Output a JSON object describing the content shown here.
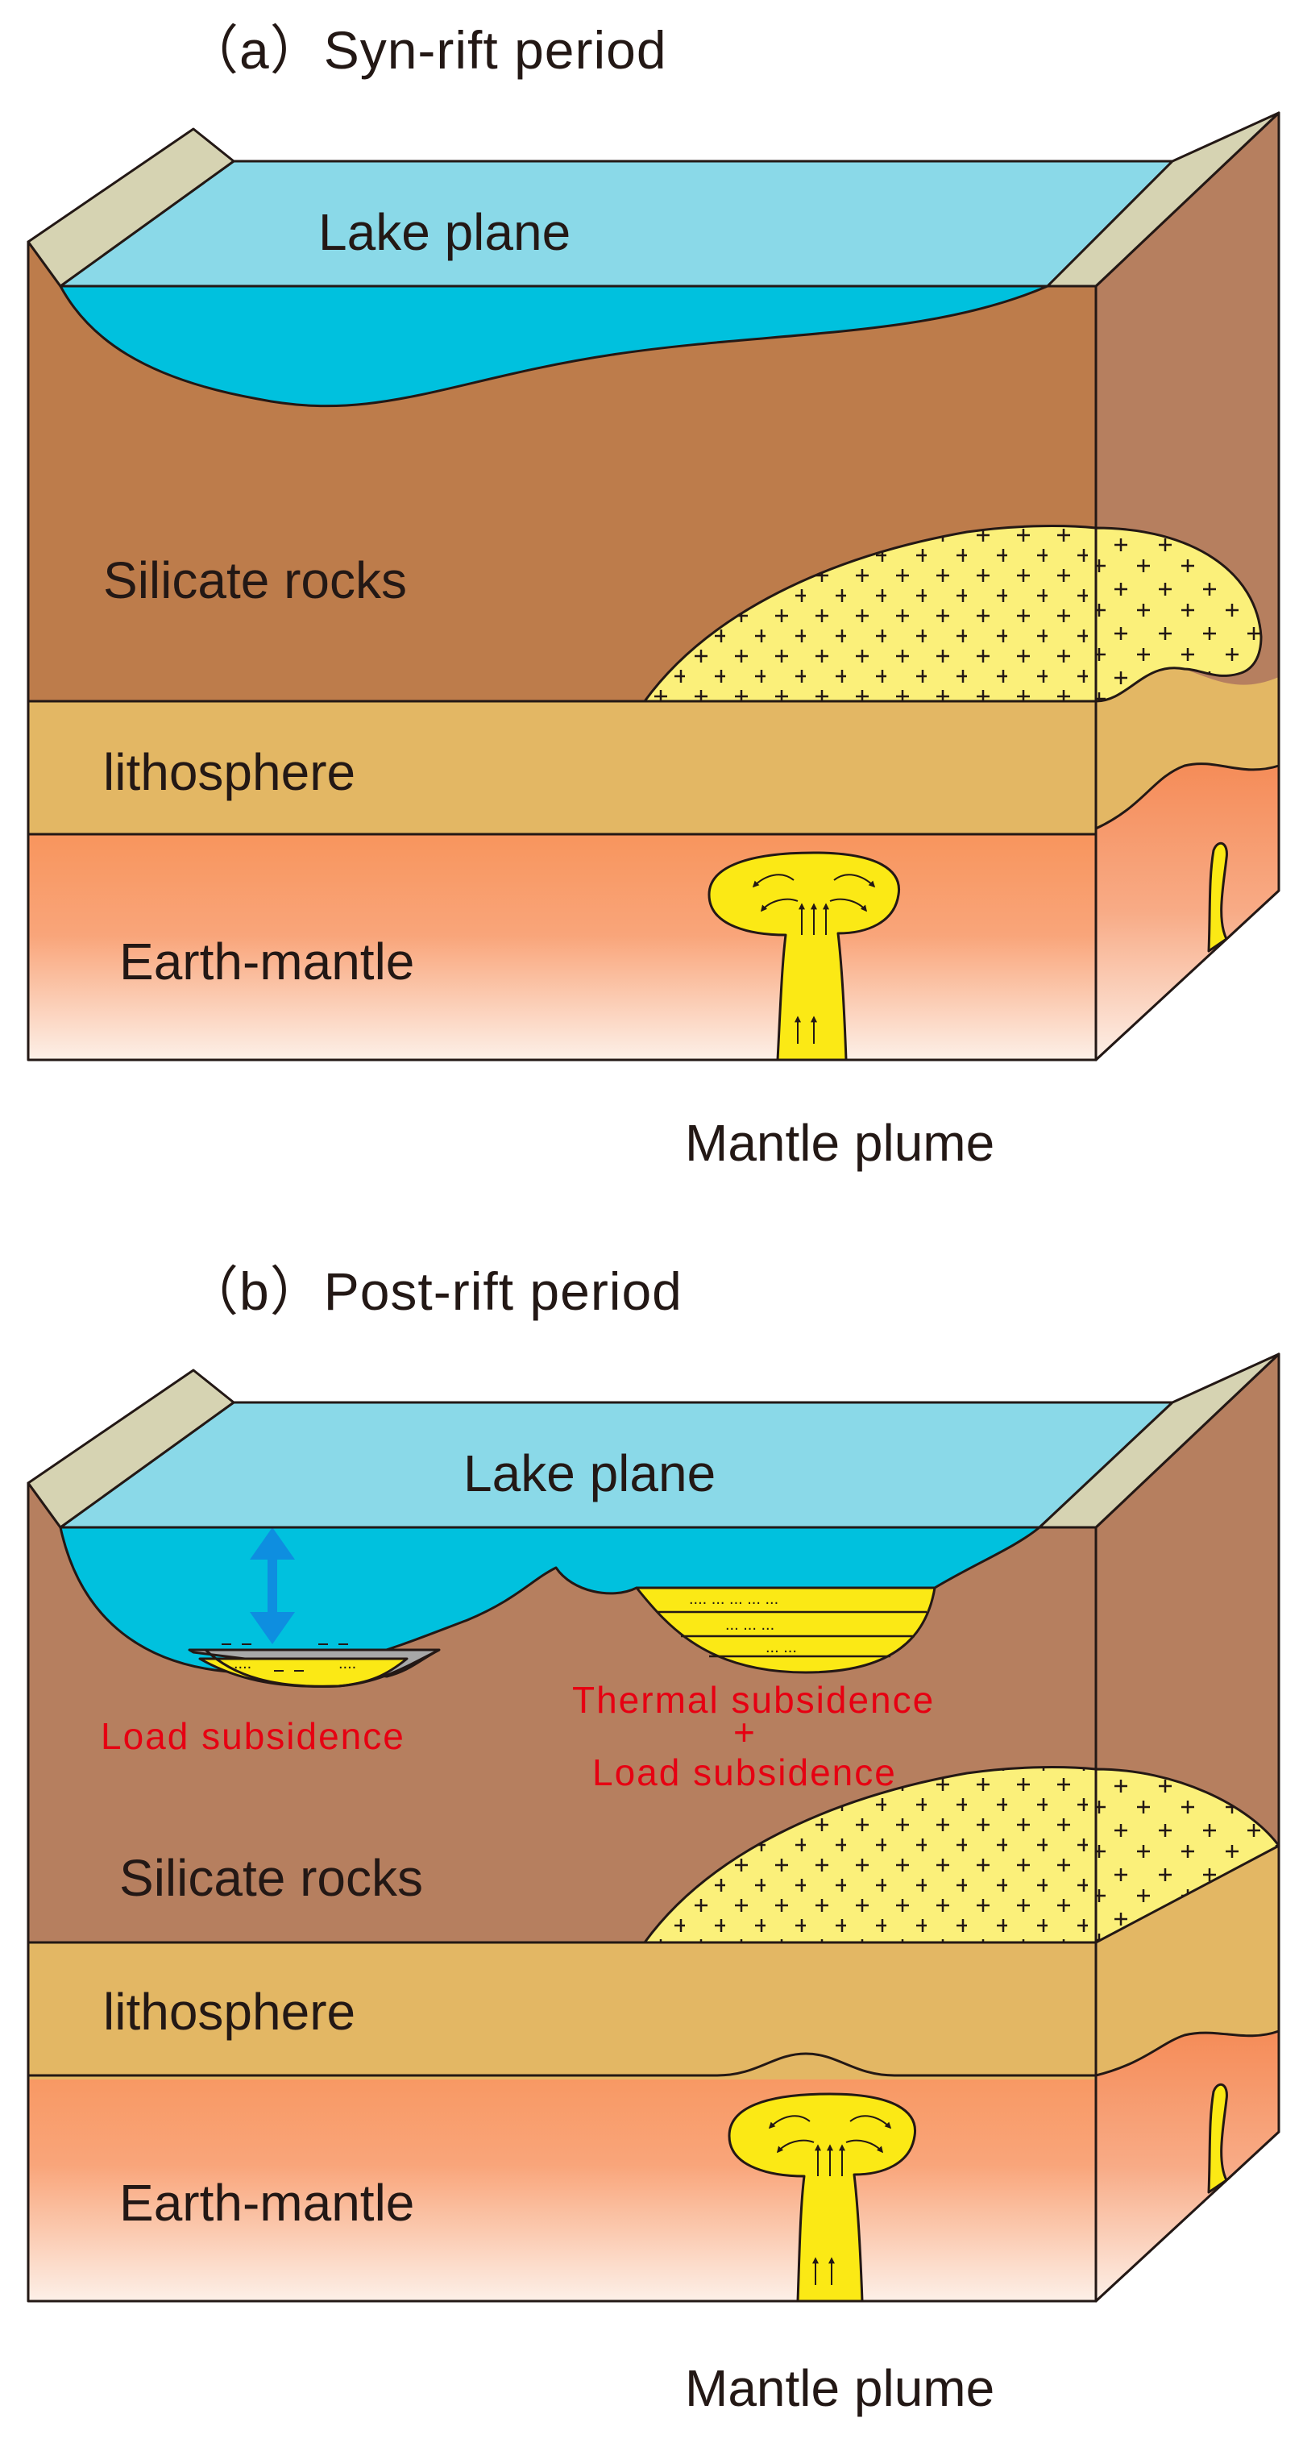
{
  "panel_a": {
    "title": "（a）Syn-rift period",
    "labels": {
      "lake": "Lake plane",
      "rocks": "Silicate rocks",
      "litho": "lithosphere",
      "mantle": "Earth-mantle",
      "plume": "Mantle plume"
    }
  },
  "panel_b": {
    "title": "（b）Post-rift period",
    "labels": {
      "lake": "Lake plane",
      "rocks": "Silicate rocks",
      "litho": "lithosphere",
      "mantle": "Earth-mantle",
      "plume": "Mantle plume",
      "load": "Load subsidence",
      "thermal_1": "Thermal subsidence",
      "plus": "+",
      "thermal_2": "Load subsidence"
    }
  },
  "colors": {
    "lake_surface": "#8ad9e8",
    "water": "#00c1de",
    "rock_front": "#bd7c4b",
    "rock_side": "#b67f5f",
    "lithosphere": "#e3b764",
    "mantle_top": "#f8955d",
    "mantle_bottom": "#fde7da",
    "granite": "#fbf07a",
    "plume": "#fbe915",
    "shoulder": "#d6d3b2",
    "sediment_gray": "#a8a8a8",
    "sediment_yellow": "#fbe915",
    "arrow_blue": "#0e8ee0",
    "label_red": "#e60012"
  }
}
